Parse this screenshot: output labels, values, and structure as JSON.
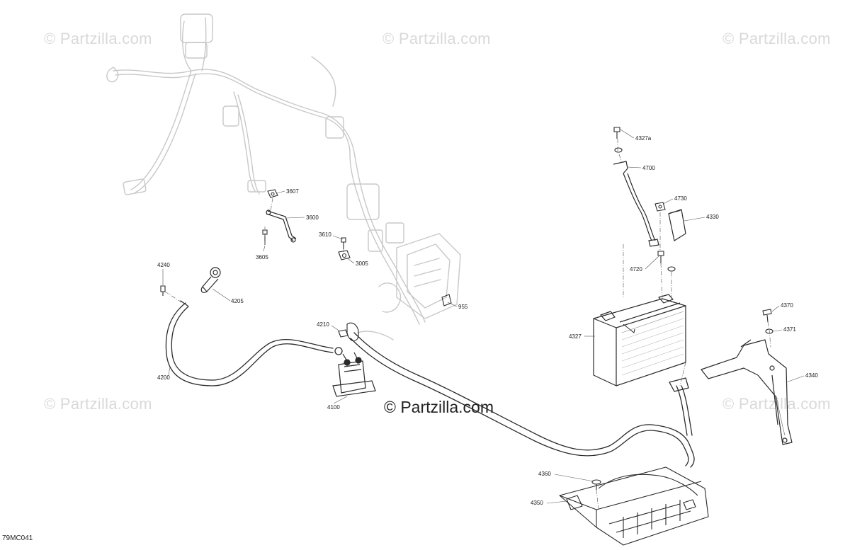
{
  "watermarks": {
    "corner_text": "© Partzilla.com",
    "center_text": "© Partzilla.com"
  },
  "figure_ref": "79MC041",
  "callouts": {
    "c3607": "3607",
    "c3600": "3600",
    "c3610": "3610",
    "c3605": "3605",
    "c3005": "3005",
    "c4240": "4240",
    "c4205": "4205",
    "c955": "955",
    "c4210": "4210",
    "c4200": "4200",
    "c4100": "4100",
    "c4327a": "4327a",
    "c4700": "4700",
    "c4730": "4730",
    "c4330": "4330",
    "c4720": "4720",
    "c4327": "4327",
    "c4370": "4370",
    "c4371": "4371",
    "c4340": "4340",
    "c4360": "4360",
    "c4350": "4350"
  },
  "colors": {
    "ghost_line": "#c8c8c8",
    "part_line": "#2a2a2a",
    "leader": "#555555"
  }
}
